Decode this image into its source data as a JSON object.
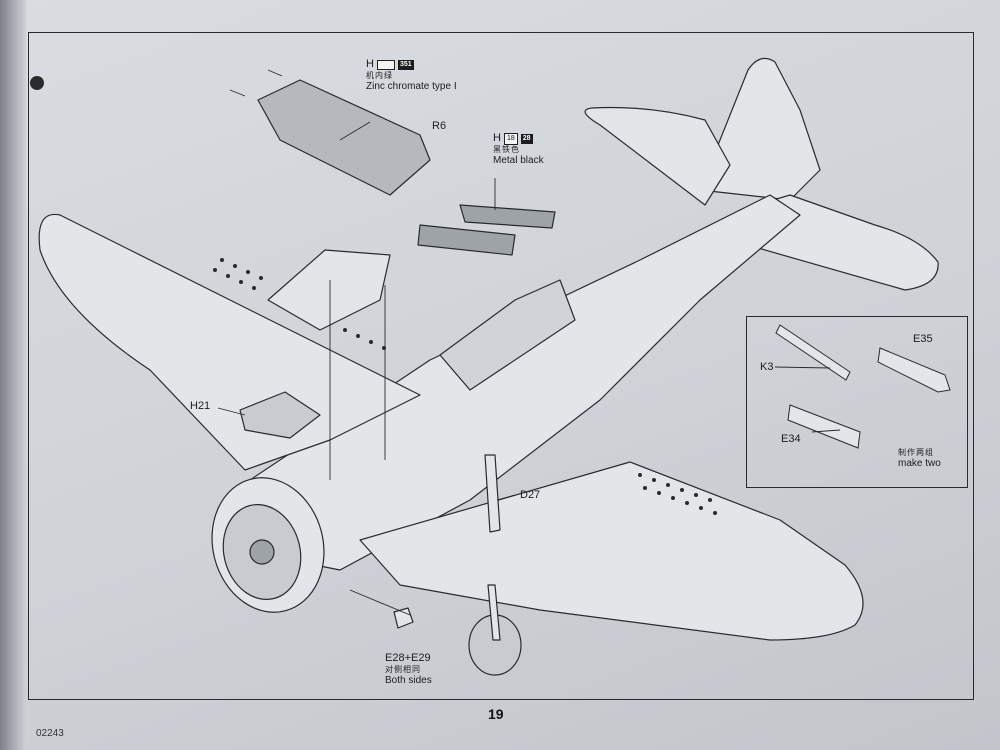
{
  "page": {
    "page_number": "19",
    "kit_number": "02243"
  },
  "paints": [
    {
      "code": "H",
      "chips": [
        "",
        "351"
      ],
      "name_cn": "机内绿",
      "name": "Zinc chromate type I"
    },
    {
      "code": "H",
      "chips": [
        "18",
        "28"
      ],
      "name_cn": "黑铁色",
      "name": "Metal black"
    }
  ],
  "parts": {
    "R6": "R6",
    "H21": "H21",
    "D27": "D27",
    "E28_E29": "E28+E29",
    "K3": "K3",
    "E35": "E35",
    "E34": "E34"
  },
  "notes": {
    "both_sides_cn": "对侧相同",
    "both_sides": "Both sides",
    "make_two_cn": "制作两组",
    "make_two": "make two"
  },
  "colors": {
    "line": "#2a2a2a",
    "paper": "#d4d8dc",
    "fill": "#e3e6e9"
  }
}
